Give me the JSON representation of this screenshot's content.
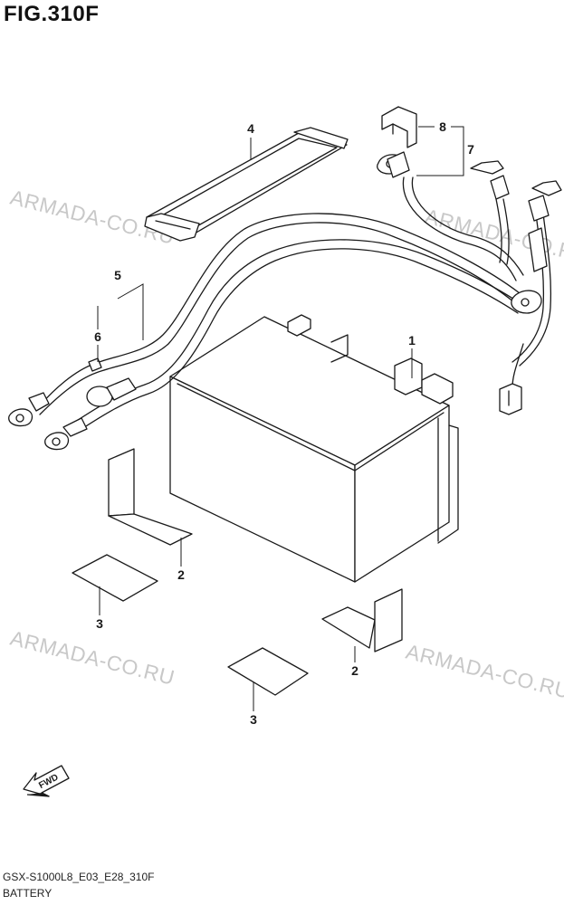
{
  "figure": {
    "title": "FIG.310F",
    "code": "GSX-S1000L8_E03_E28_310F",
    "caption": "BATTERY"
  },
  "watermark_text": "ARMADA-CO.RU",
  "forward_label": "FWD",
  "callouts": {
    "battery": "1",
    "spacer_left": "2",
    "spacer_right": "2",
    "pad_left": "3",
    "pad_right": "3",
    "band": "4",
    "lead_set": "5",
    "cap_minus": "6",
    "harness": "7",
    "cap_plus": "8"
  },
  "colors": {
    "line": "#1a1a1a",
    "watermark": "#c8c8c8"
  }
}
